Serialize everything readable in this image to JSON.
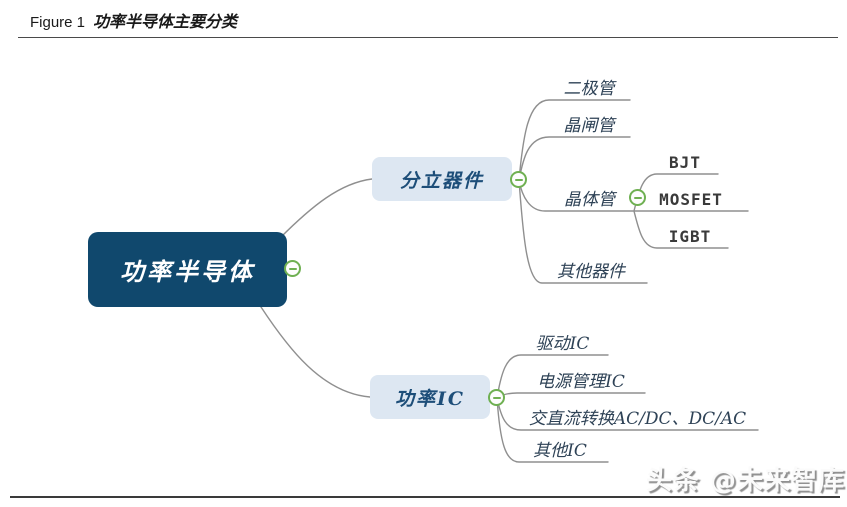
{
  "header": {
    "figure_label": "Figure 1",
    "title": "功率半导体主要分类"
  },
  "watermark": "头条 @未来智库",
  "colors": {
    "root_fill": "#10486d",
    "root_text": "#ffffff",
    "branch_fill": "#dde7f2",
    "branch_text": "#1d4e79",
    "leaf_text": "#2e4256",
    "latin_leaf_text": "#3a3a3a",
    "connector_line": "#8f8f8f",
    "collapse_icon_green": "#6fb052"
  },
  "icons": {
    "collapse": "minus-circle"
  },
  "mindmap": {
    "root": {
      "label": "功率半导体"
    },
    "branches": [
      {
        "label": "分立器件",
        "children": [
          {
            "label": "二极管"
          },
          {
            "label": "晶闸管"
          },
          {
            "label": "晶体管",
            "children": [
              {
                "label": "BJT"
              },
              {
                "label": "MOSFET"
              },
              {
                "label": "IGBT"
              }
            ]
          },
          {
            "label": "其他器件"
          }
        ]
      },
      {
        "label": "功率IC",
        "children": [
          {
            "label": "驱动IC"
          },
          {
            "label": "电源管理IC"
          },
          {
            "label": "交直流转换AC/DC、DC/AC"
          },
          {
            "label": "其他IC"
          }
        ]
      }
    ]
  }
}
